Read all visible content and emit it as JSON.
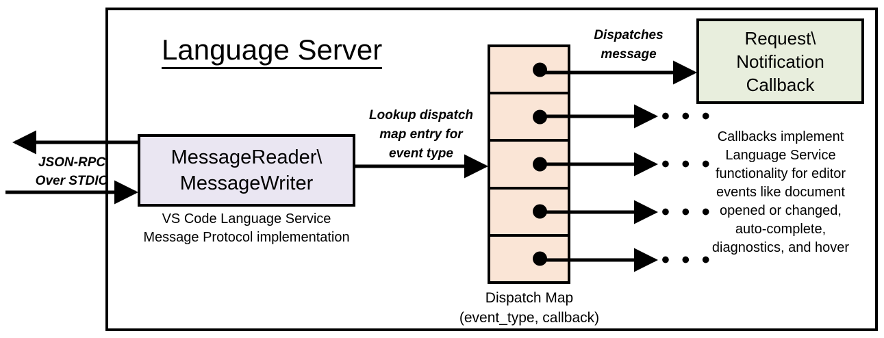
{
  "diagram": {
    "title": "Language Server",
    "outer_border_color": "#000000",
    "background": "#ffffff"
  },
  "reader": {
    "line1": "MessageReader\\",
    "line2": "MessageWriter",
    "fill": "#EAE6F2",
    "caption_line1": "VS Code Language Service",
    "caption_line2": "Message Protocol implementation"
  },
  "transport": {
    "label_line1": "JSON-RPC",
    "label_line2": "Over STDIO",
    "outbound_arrow": "arrow-left-out",
    "inbound_arrow": "arrow-right-in"
  },
  "lookup": {
    "label_line1": "Lookup dispatch",
    "label_line2": "map entry for",
    "label_line3": "event type"
  },
  "dispatch_map": {
    "fill": "#FAE5D6",
    "cell_count": 5,
    "caption_line1": "Dispatch Map",
    "caption_line2": "(event_type, callback)",
    "cells": [
      {
        "index": 1,
        "dot": "filled-dot",
        "out_arrow_target": "callback-box"
      },
      {
        "index": 2,
        "dot": "filled-dot",
        "out_arrow_target": "ellipsis"
      },
      {
        "index": 3,
        "dot": "filled-dot",
        "out_arrow_target": "ellipsis"
      },
      {
        "index": 4,
        "dot": "filled-dot",
        "out_arrow_target": "ellipsis"
      },
      {
        "index": 5,
        "dot": "filled-dot",
        "out_arrow_target": "ellipsis"
      }
    ],
    "ellipsis_glyph": "• • •"
  },
  "dispatches": {
    "label_line1": "Dispatches",
    "label_line2": "message"
  },
  "callback": {
    "line1": "Request\\",
    "line2": "Notification",
    "line3": "Callback",
    "fill": "#E8EEDD",
    "caption_line1": "Callbacks implement",
    "caption_line2": "Language Service",
    "caption_line3": "functionality for editor",
    "caption_line4": "events like document",
    "caption_line5": "opened or changed,",
    "caption_line6": "auto-complete,",
    "caption_line7": "diagnostics, and hover"
  }
}
